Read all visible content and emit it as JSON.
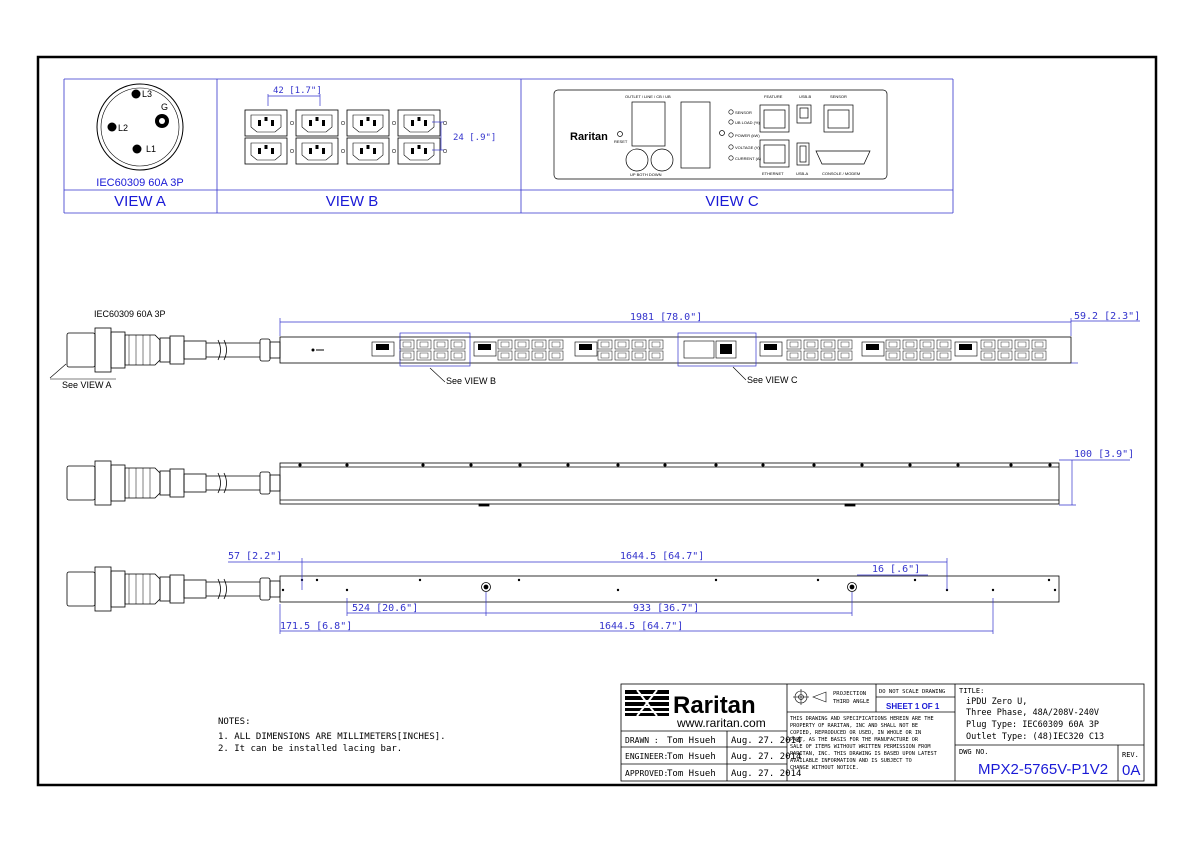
{
  "views": {
    "view_a": {
      "label": "VIEW A",
      "caption": "IEC60309 60A 3P",
      "pins": [
        "L3",
        "G",
        "L2",
        "L1"
      ]
    },
    "view_b": {
      "label": "VIEW B",
      "dim_width": "42 [1.7\"]",
      "dim_height": "24 [.9\"]"
    },
    "view_c": {
      "label": "VIEW C",
      "outlet_line": "OUTLET / LINE / CB / UB",
      "brand": "Raritan",
      "reset": "RESET",
      "nav": "UP  BOTH  DOWN",
      "leds": [
        "SENSOR",
        "UB LOAD (%)",
        "POWER (kW)",
        "VOLTAGE (V)",
        "CURRENT (A)"
      ],
      "ports_top": [
        "FEATURE",
        "USB-B",
        "SENSOR"
      ],
      "ports_bottom": [
        "ETHERNET",
        "USB-A",
        "CONSOLE / MODEM"
      ]
    }
  },
  "side_view": {
    "plug_label": "IEC60309 60A 3P",
    "see_view_a": "See VIEW A",
    "see_view_b": "See VIEW B",
    "see_view_c": "See VIEW C",
    "dim_length": "1981 [78.0\"]",
    "dim_depth": "59.2 [2.3\"]"
  },
  "back_view": {
    "dim_width": "100 [3.9\"]"
  },
  "mount_view": {
    "dim_57": "57 [2.2\"]",
    "dim_1644_top": "1644.5 [64.7\"]",
    "dim_16": "16 [.6\"]",
    "dim_524": "524 [20.6\"]",
    "dim_933": "933 [36.7\"]",
    "dim_171": "171.5 [6.8\"]",
    "dim_1644_bottom": "1644.5 [64.7\"]"
  },
  "notes": {
    "title": "NOTES:",
    "items": [
      "1. ALL DIMENSIONS ARE MILLIMETERS[INCHES].",
      "2. It can be installed lacing bar."
    ]
  },
  "title_block": {
    "company": "Raritan",
    "website": "www.raritan.com",
    "drawn_label": "DRAWN :",
    "drawn_name": "Tom Hsueh",
    "drawn_date": "Aug. 27. 2014",
    "engineer_label": "ENGINEER:",
    "engineer_name": "Tom Hsueh",
    "engineer_date": "Aug. 27. 2014",
    "approved_label": "APPROVED:",
    "approved_name": "Tom Hsueh",
    "approved_date": "Aug. 27. 2014",
    "projection_1": "PROJECTION",
    "projection_2": "THIRD ANGLE",
    "do_not_scale": "DO NOT SCALE DRAWING",
    "sheet": "SHEET 1 OF 1",
    "disclaimer": [
      "THIS DRAWING AND SPECIFICATIONS HEREIN ARE THE",
      "PROPERTY OF RARITAN, INC AND SHALL NOT BE",
      "COPIED, REPRODUCED OR USED, IN WHOLE OR IN",
      "PART, AS THE BASIS FOR THE MANUFACTURE OR",
      "SALE OF ITEMS WITHOUT WRITTEN PERMISSION FROM",
      "RARITAN, INC. THIS DRAWING IS BASED UPON LATEST",
      "AVAILABLE INFORMATION AND IS SUBJECT TO",
      "CHANGE WITHOUT NOTICE."
    ],
    "title_label": "TITLE:",
    "title_lines": [
      "iPDU Zero U,",
      "Three Phase, 48A/208V-240V",
      "Plug Type: IEC60309 60A 3P",
      "Outlet Type: (48)IEC320 C13"
    ],
    "dwg_label": "DWG NO.",
    "dwg_no": "MPX2-5765V-P1V2",
    "rev_label": "REV.",
    "rev": "0A"
  },
  "colors": {
    "line": "#000000",
    "dim": "#3333cc",
    "blue_text": "#1a1ad6"
  }
}
